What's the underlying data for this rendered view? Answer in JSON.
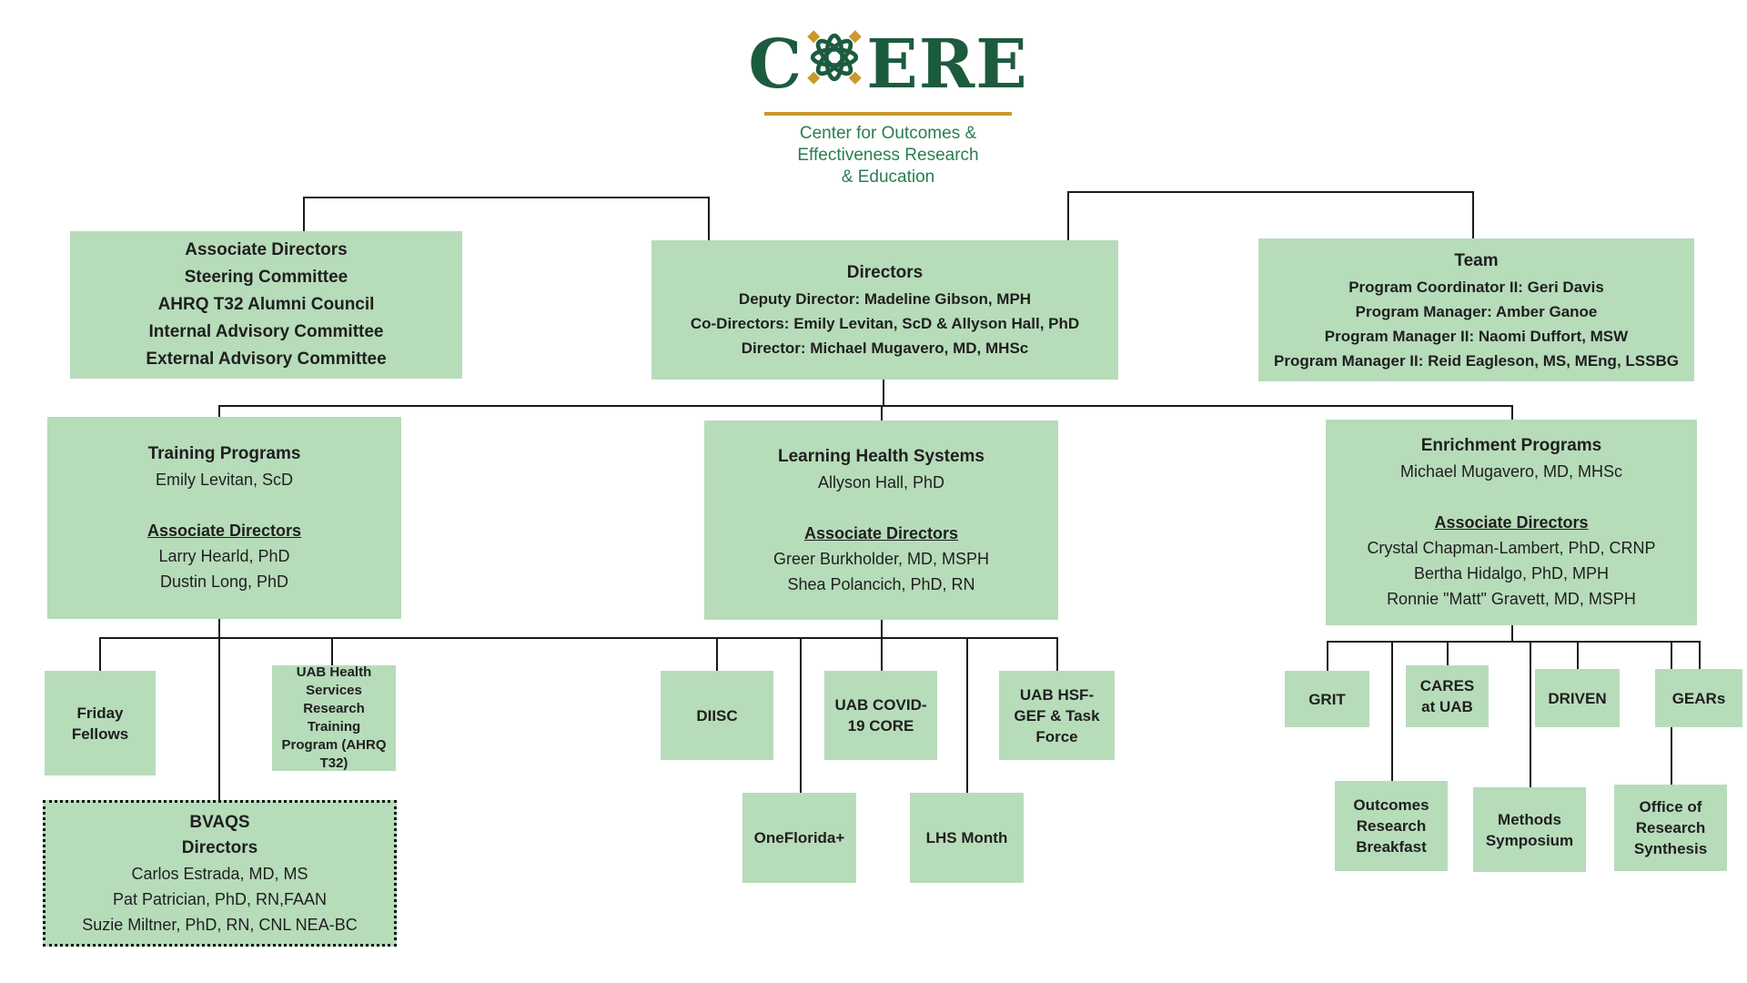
{
  "logo": {
    "prefix": "C",
    "suffix": "ERE",
    "tagline": [
      "Center for Outcomes &",
      "Effectiveness Research",
      "& Education"
    ]
  },
  "colors": {
    "box_fill": "#b7dcba",
    "logo_green": "#1d5b3e",
    "tagline_green": "#2a7d52",
    "gold": "#c9992e",
    "connector": "#1a1a1a",
    "text": "#1f1f1f"
  },
  "boxes": {
    "committees": {
      "lines": [
        "Associate Directors",
        "Steering Committee",
        "AHRQ T32 Alumni Council",
        "Internal Advisory Committee",
        "External Advisory Committee"
      ]
    },
    "directors": {
      "title": "Directors",
      "lines": [
        "Deputy Director: Madeline Gibson, MPH",
        "Co-Directors: Emily Levitan, ScD & Allyson Hall, PhD",
        "Director: Michael Mugavero, MD, MHSc"
      ]
    },
    "team": {
      "title": "Team",
      "lines": [
        "Program Coordinator II: Geri Davis",
        "Program Manager: Amber Ganoe",
        "Program Manager II: Naomi Duffort, MSW",
        "Program Manager II: Reid Eagleson, MS, MEng, LSSBG"
      ]
    },
    "training": {
      "title": "Training Programs",
      "lead": "Emily Levitan, ScD",
      "subtitle": "Associate Directors",
      "members": [
        "Larry Hearld, PhD",
        "Dustin Long, PhD"
      ]
    },
    "lhs": {
      "title": "Learning Health Systems",
      "lead": "Allyson Hall, PhD",
      "subtitle": "Associate Directors",
      "members": [
        "Greer Burkholder, MD, MSPH",
        "Shea Polancich, PhD, RN"
      ]
    },
    "enrichment": {
      "title": "Enrichment Programs",
      "lead": "Michael Mugavero, MD, MHSc",
      "subtitle": "Associate Directors",
      "members": [
        "Crystal Chapman-Lambert, PhD, CRNP",
        "Bertha Hidalgo, PhD, MPH",
        "Ronnie \"Matt\" Gravett, MD, MSPH"
      ]
    },
    "friday_fellows": {
      "label": "Friday Fellows"
    },
    "ahrq_t32": {
      "label": "UAB Health Services Research Training Program (AHRQ T32)"
    },
    "bvaqs": {
      "title": "BVAQS",
      "subtitle": "Directors",
      "members": [
        "Carlos Estrada, MD, MS",
        "Pat Patrician, PhD, RN,FAAN",
        "Suzie Miltner, PhD, RN, CNL NEA-BC"
      ]
    },
    "diisc": {
      "label": "DIISC"
    },
    "covid_core": {
      "label": "UAB COVID-19 CORE"
    },
    "hsf_gef": {
      "label": "UAB HSF-GEF & Task Force"
    },
    "oneflorida": {
      "label": "OneFlorida+"
    },
    "lhs_month": {
      "label": "LHS Month"
    },
    "grit": {
      "label": "GRIT"
    },
    "cares": {
      "label": "CARES at UAB"
    },
    "driven": {
      "label": "DRIVEN"
    },
    "gears": {
      "label": "GEARs"
    },
    "orb": {
      "label": "Outcomes Research Breakfast"
    },
    "methods": {
      "label": "Methods Symposium"
    },
    "ors": {
      "label": "Office of Research Synthesis"
    }
  }
}
